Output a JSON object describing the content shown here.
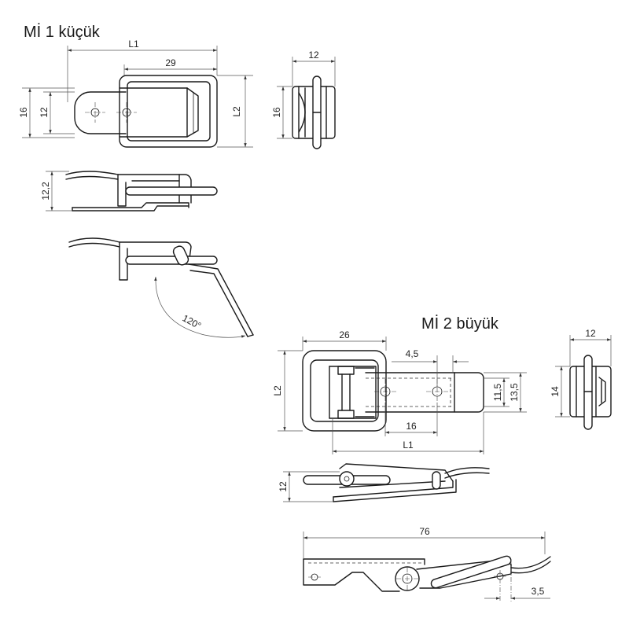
{
  "mi1": {
    "title": "Mİ 1 küçük",
    "dims": {
      "l1": "L1",
      "w29": "29",
      "h16": "16",
      "h12": "12",
      "l2": "L2",
      "side12": "12",
      "side16": "16",
      "h12_2": "12,2",
      "angle": "120°"
    }
  },
  "mi2": {
    "title": "Mİ 2 büyük",
    "dims": {
      "w26": "26",
      "w4_5": "4,5",
      "l2": "L2",
      "h11_5": "11,5",
      "h13_5": "13,5",
      "w16": "16",
      "l1": "L1",
      "side12": "12",
      "side14": "14",
      "h12": "12",
      "w76": "76",
      "w3_5": "3,5"
    }
  }
}
